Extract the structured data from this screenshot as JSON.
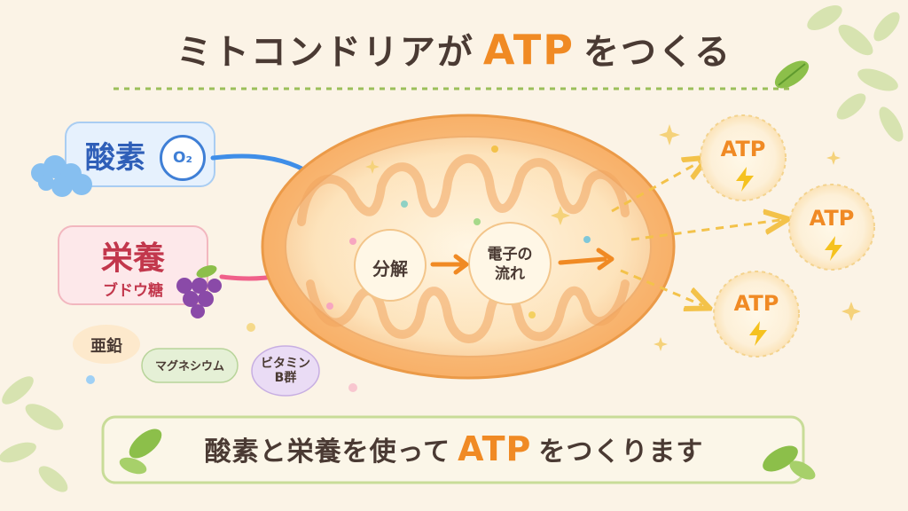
{
  "title": {
    "before": "ミトコンドリアが",
    "highlight": "ATP",
    "after": "をつくる"
  },
  "inputs": {
    "oxygen": {
      "label": "酸素",
      "molecule": "O₂"
    },
    "nutrition": {
      "label": "栄養",
      "sublabel": "ブドウ糖"
    }
  },
  "minerals": {
    "zinc": "亜鉛",
    "magnesium": "マグネシウム",
    "vitamin_b_line1": "ビタミン",
    "vitamin_b_line2": "B群"
  },
  "process": {
    "step1": "分解",
    "step2_line1": "電子の",
    "step2_line2": "流れ"
  },
  "outputs": {
    "atp1": "ATP",
    "atp2": "ATP",
    "atp3": "ATP"
  },
  "bottom": {
    "before": "酸素と栄養を使って",
    "highlight": "ATP",
    "after": "をつくります"
  },
  "colors": {
    "accent": "#f08a24",
    "oxygen_blue": "#3f8ee8",
    "nutrition_pink": "#f0608a",
    "grape": "#8a4aa8",
    "leaf": "#8cbf4a",
    "text": "#4a3a33"
  },
  "icons": [
    "leaf-icon",
    "cloud-icon",
    "grape-icon",
    "lightning-bolt-icon",
    "sparkle-icon",
    "arrow-icon"
  ]
}
